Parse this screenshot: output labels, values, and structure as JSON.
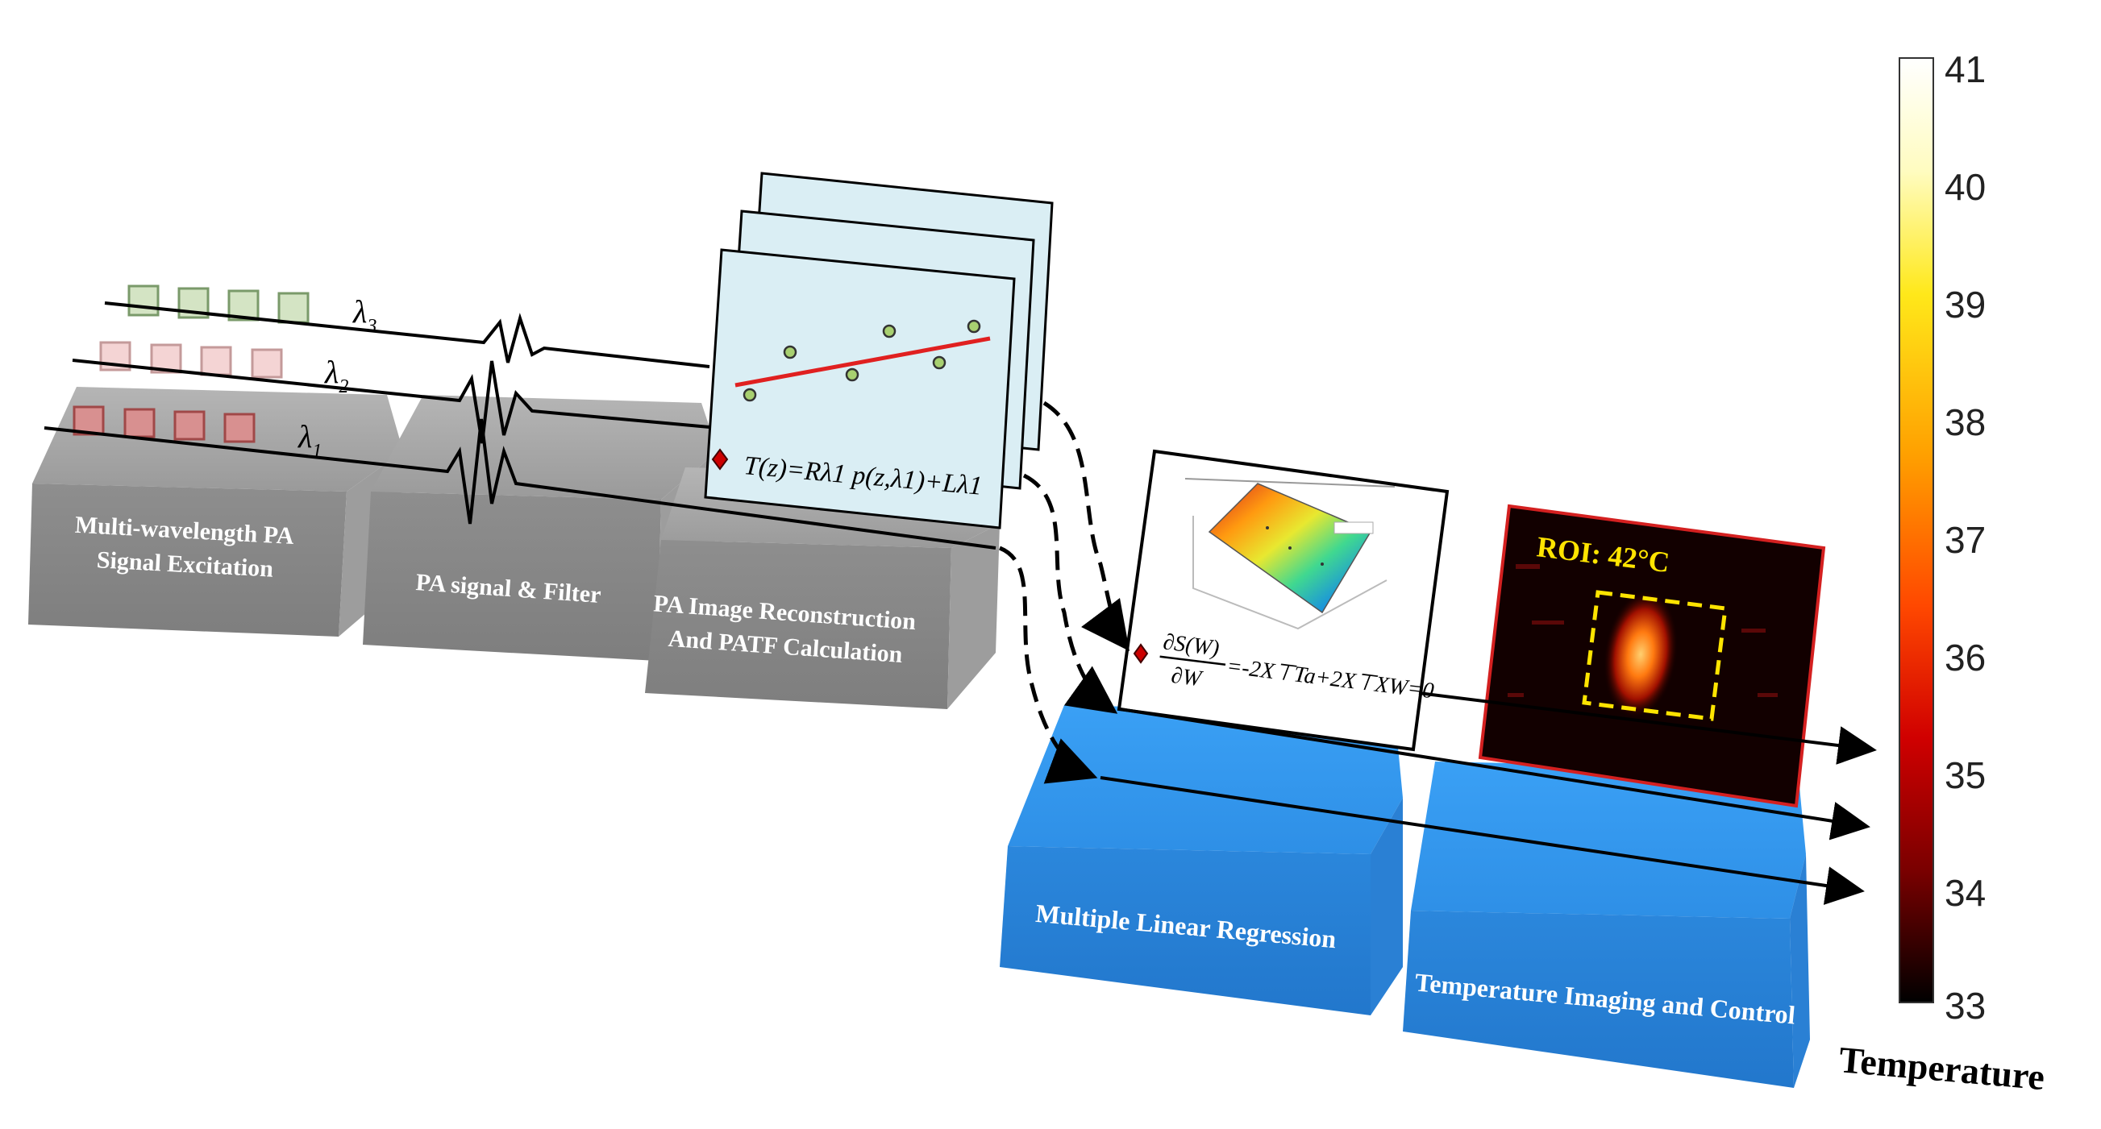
{
  "stages": {
    "excitation": "Multi-wavelength PA\nSignal Excitation",
    "filter": "PA signal  & Filter",
    "reconstruction": "PA Image Reconstruction\nAnd PATF Calculation",
    "regression": "Multiple Linear Regression",
    "imaging": "Temperature Imaging and Control"
  },
  "wavelengths": [
    "λ3",
    "λ2",
    "λ1"
  ],
  "equations": {
    "patf": "T(z)=Rλ1 p(z,λ1)+Lλ1",
    "regression_lhs_num": "∂S(W)",
    "regression_lhs_den": "∂W",
    "regression_rhs": "=-2X⊤Ta+2X⊤XW=0"
  },
  "roi_label": "ROI: 42°C",
  "colorbar": {
    "title": "Temperature",
    "ticks": [
      "41",
      "40",
      "39",
      "38",
      "37",
      "36",
      "35",
      "34",
      "33"
    ]
  },
  "colors": {
    "gray_block": "#8c8c8c",
    "blue_block": "#2e8fe6",
    "fit_line": "#e02020",
    "roi_box": "#ffe400"
  }
}
